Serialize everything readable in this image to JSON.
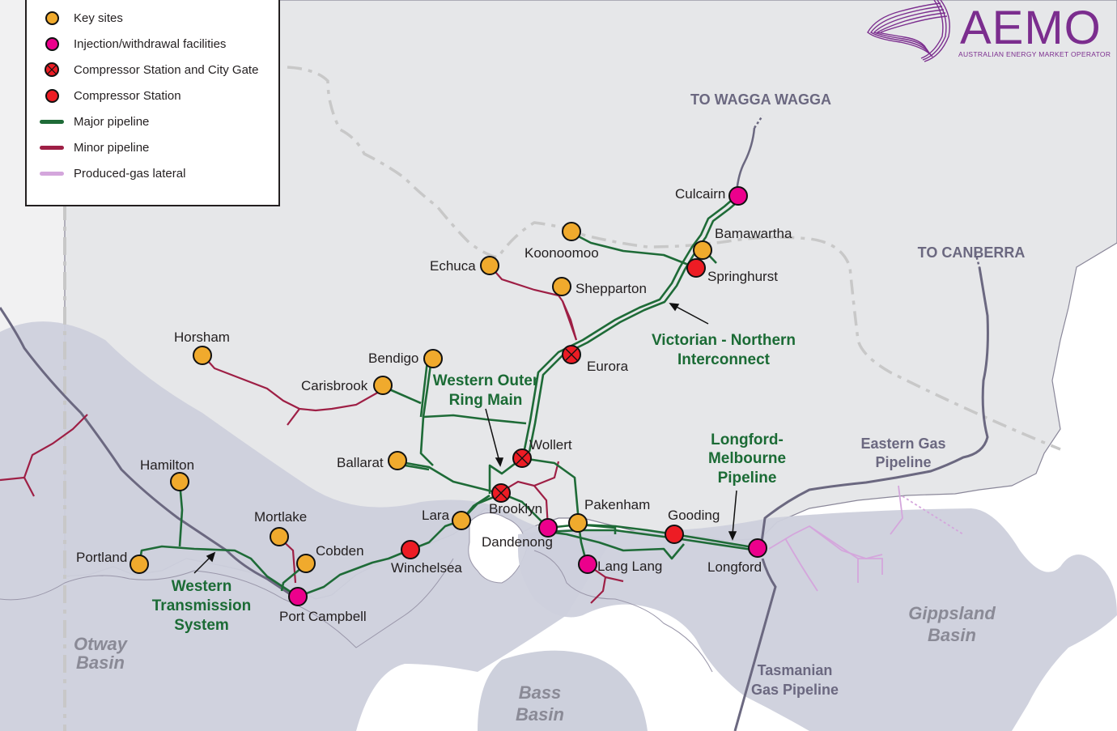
{
  "legend": {
    "items": [
      {
        "label": "Key sites",
        "symbol": "key-site",
        "color": "#f0aa2d"
      },
      {
        "label": "Injection/withdrawal facilities",
        "symbol": "injection",
        "color": "#ec008c"
      },
      {
        "label": "Compressor Station and City Gate",
        "symbol": "compressor-city-gate",
        "color": "#ed1c24"
      },
      {
        "label": "Compressor Station",
        "symbol": "compressor",
        "color": "#ed1c24"
      },
      {
        "label": "Major pipeline",
        "symbol": "major-pipeline",
        "color": "#1e6b37"
      },
      {
        "label": "Minor pipeline",
        "symbol": "minor-pipeline",
        "color": "#9e1f45"
      },
      {
        "label": "Produced-gas lateral",
        "symbol": "produced-gas-lateral",
        "color": "#d4a6dc"
      }
    ]
  },
  "logo": {
    "name": "AEMO",
    "subtitle": "AUSTRALIAN ENERGY MARKET OPERATOR",
    "color": "#7b2d8e"
  },
  "external_destinations": [
    {
      "label": "TO WAGGA WAGGA"
    },
    {
      "label": "TO CANBERRA"
    }
  ],
  "sites": [
    {
      "name": "Culcairn",
      "type": "injection"
    },
    {
      "name": "Bamawartha",
      "type": "key-site"
    },
    {
      "name": "Koonoomoo",
      "type": "key-site"
    },
    {
      "name": "Echuca",
      "type": "key-site"
    },
    {
      "name": "Springhurst",
      "type": "compressor"
    },
    {
      "name": "Shepparton",
      "type": "key-site"
    },
    {
      "name": "Horsham",
      "type": "key-site"
    },
    {
      "name": "Bendigo",
      "type": "key-site"
    },
    {
      "name": "Eurora",
      "type": "compressor-city-gate"
    },
    {
      "name": "Carisbrook",
      "type": "key-site"
    },
    {
      "name": "Wollert",
      "type": "compressor-city-gate"
    },
    {
      "name": "Ballarat",
      "type": "key-site"
    },
    {
      "name": "Hamilton",
      "type": "key-site"
    },
    {
      "name": "Brooklyn",
      "type": "compressor-city-gate"
    },
    {
      "name": "Lara",
      "type": "key-site"
    },
    {
      "name": "Pakenham",
      "type": "key-site"
    },
    {
      "name": "Gooding",
      "type": "compressor"
    },
    {
      "name": "Mortlake",
      "type": "key-site"
    },
    {
      "name": "Dandenong",
      "type": "injection"
    },
    {
      "name": "Cobden",
      "type": "key-site"
    },
    {
      "name": "Portland",
      "type": "key-site"
    },
    {
      "name": "Winchelsea",
      "type": "compressor"
    },
    {
      "name": "Lang Lang",
      "type": "injection"
    },
    {
      "name": "Longford",
      "type": "injection"
    },
    {
      "name": "Port Campbell",
      "type": "injection"
    }
  ],
  "pipeline_labels": {
    "vni_line1": "Victorian - Northern",
    "vni_line2": "Interconnect",
    "worm_line1": "Western Outer",
    "worm_line2": "Ring Main",
    "lmp_line1": "Longford-",
    "lmp_line2": "Melbourne",
    "lmp_line3": "Pipeline",
    "wts_line1": "Western",
    "wts_line2": "Transmission",
    "wts_line3": "System",
    "egp_line1": "Eastern Gas",
    "egp_line2": "Pipeline",
    "tgp_line1": "Tasmanian",
    "tgp_line2": "Gas Pipeline"
  },
  "basins": {
    "otway_line1": "Otway",
    "otway_line2": "Basin",
    "bass_line1": "Bass",
    "bass_line2": "Basin",
    "gippsland_line1": "Gippsland",
    "gippsland_line2": "Basin"
  },
  "colors": {
    "land": "#e6e7e9",
    "land_outside": "#f1f1f2",
    "basin": "#cdd0dc",
    "sea": "#ffffff",
    "major_pipeline": "#1e6b37",
    "minor_pipeline": "#9e1f45",
    "other_pipeline": "#6b6880",
    "produced_gas": "#d4a6dc",
    "border": "#c8c8c8"
  }
}
